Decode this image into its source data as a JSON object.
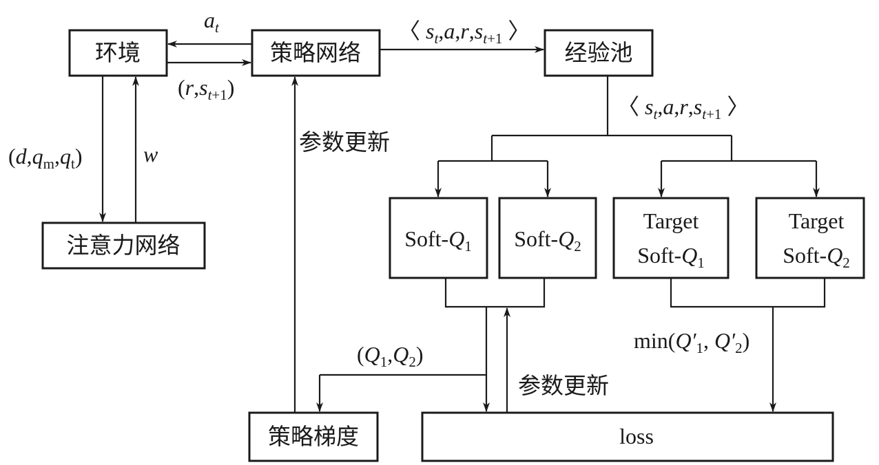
{
  "nodes": {
    "environment": "环境",
    "policy_net": "策略网络",
    "replay_pool": "经验池",
    "attention_net": "注意力网络",
    "soft_q1": {
      "prefix": "Soft-",
      "var": "Q",
      "sub": "1"
    },
    "soft_q2": {
      "prefix": "Soft-",
      "var": "Q",
      "sub": "2"
    },
    "target_q1": {
      "line1": "Target",
      "prefix": "Soft-",
      "var": "Q",
      "sub": "1"
    },
    "target_q2": {
      "line1": "Target",
      "prefix": "Soft-",
      "var": "Q",
      "sub": "2"
    },
    "policy_gradient": "策略梯度",
    "loss": "loss"
  },
  "labels": {
    "param_update_1": "参数更新",
    "param_update_2": "参数更新",
    "w": "w",
    "at_a": "a",
    "at_t": "t",
    "transition_top": "⟨s_t, a, r, s_t+1⟩",
    "transition_right": "⟨s_t, a, r, s_t+1⟩",
    "reward_state": "(r, s_t+1)",
    "attention_input": "(d, q_m, q_t)",
    "q_pair": "(Q1, Q2)",
    "min_q": "min(Q'1, Q'2)"
  }
}
